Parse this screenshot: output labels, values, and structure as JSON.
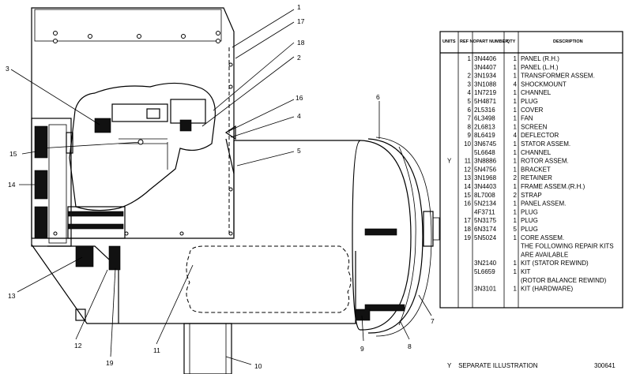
{
  "callouts": [
    {
      "label": "1"
    },
    {
      "label": "17"
    },
    {
      "label": "18"
    },
    {
      "label": "2"
    },
    {
      "label": "3"
    },
    {
      "label": "16"
    },
    {
      "label": "4"
    },
    {
      "label": "5"
    },
    {
      "label": "6"
    },
    {
      "label": "15"
    },
    {
      "label": "14"
    },
    {
      "label": "13"
    },
    {
      "label": "12"
    },
    {
      "label": "19"
    },
    {
      "label": "11"
    },
    {
      "label": "10"
    },
    {
      "label": "9"
    },
    {
      "label": "8"
    },
    {
      "label": "7"
    }
  ],
  "parts_table": {
    "headers": [
      "UNITS",
      "REF NO",
      "PART NUMBER",
      "QTY",
      "DESCRIPTION"
    ],
    "rows": [
      {
        "mark": "",
        "ref": "1",
        "part": "3N4406",
        "qty": "1",
        "desc": "PANEL (R.H.)"
      },
      {
        "mark": "",
        "ref": "",
        "part": "3N4407",
        "qty": "1",
        "desc": "PANEL (L.H.)"
      },
      {
        "mark": "",
        "ref": "2",
        "part": "3N1934",
        "qty": "1",
        "desc": "TRANSFORMER ASSEM."
      },
      {
        "mark": "",
        "ref": "3",
        "part": "3N1088",
        "qty": "4",
        "desc": "SHOCKMOUNT"
      },
      {
        "mark": "",
        "ref": "4",
        "part": "1N7219",
        "qty": "1",
        "desc": "CHANNEL"
      },
      {
        "mark": "",
        "ref": "5",
        "part": "5H4871",
        "qty": "1",
        "desc": "PLUG"
      },
      {
        "mark": "",
        "ref": "6",
        "part": "2L5316",
        "qty": "1",
        "desc": "COVER"
      },
      {
        "mark": "",
        "ref": "7",
        "part": "6L3498",
        "qty": "1",
        "desc": "FAN"
      },
      {
        "mark": "",
        "ref": "8",
        "part": "2L6813",
        "qty": "1",
        "desc": "SCREEN"
      },
      {
        "mark": "",
        "ref": "9",
        "part": "8L6419",
        "qty": "4",
        "desc": "DEFLECTOR"
      },
      {
        "mark": "",
        "ref": "10",
        "part": "3N6745",
        "qty": "1",
        "desc": "STATOR ASSEM."
      },
      {
        "mark": "",
        "ref": "",
        "part": "5L6648",
        "qty": "1",
        "desc": "CHANNEL"
      },
      {
        "mark": "Y",
        "ref": "11",
        "part": "3N8886",
        "qty": "1",
        "desc": "ROTOR ASSEM."
      },
      {
        "mark": "",
        "ref": "12",
        "part": "5N4756",
        "qty": "1",
        "desc": "BRACKET"
      },
      {
        "mark": "",
        "ref": "13",
        "part": "3N1968",
        "qty": "2",
        "desc": "RETAINER"
      },
      {
        "mark": "",
        "ref": "14",
        "part": "3N4403",
        "qty": "1",
        "desc": "FRAME ASSEM.(R.H.)"
      },
      {
        "mark": "",
        "ref": "15",
        "part": "8L7008",
        "qty": "2",
        "desc": "STRAP"
      },
      {
        "mark": "",
        "ref": "16",
        "part": "5N2134",
        "qty": "1",
        "desc": "PANEL ASSEM."
      },
      {
        "mark": "",
        "ref": "",
        "part": "4F3711",
        "qty": "1",
        "desc": "PLUG"
      },
      {
        "mark": "",
        "ref": "17",
        "part": "5N3175",
        "qty": "1",
        "desc": "PLUG"
      },
      {
        "mark": "",
        "ref": "18",
        "part": "6N3174",
        "qty": "5",
        "desc": "PLUG"
      },
      {
        "mark": "",
        "ref": "19",
        "part": "5N5024",
        "qty": "1",
        "desc": "CORE ASSEM."
      },
      {
        "mark": "",
        "ref": "",
        "part": "",
        "qty": "",
        "desc": "THE FOLLOWING REPAIR KITS"
      },
      {
        "mark": "",
        "ref": "",
        "part": "",
        "qty": "",
        "desc": "ARE AVAILABLE"
      },
      {
        "mark": "",
        "ref": "",
        "part": "3N2140",
        "qty": "1",
        "desc": "KIT (STATOR REWIND)"
      },
      {
        "mark": "",
        "ref": "",
        "part": "5L6659",
        "qty": "1",
        "desc": "KIT"
      },
      {
        "mark": "",
        "ref": "",
        "part": "",
        "qty": "",
        "desc": "(ROTOR BALANCE REWIND)"
      },
      {
        "mark": "",
        "ref": "",
        "part": "3N3101",
        "qty": "1",
        "desc": "KIT (HARDWARE)"
      }
    ]
  },
  "footer": {
    "note": "Y    SEPARATE ILLUSTRATION",
    "figure_number": "300641"
  }
}
